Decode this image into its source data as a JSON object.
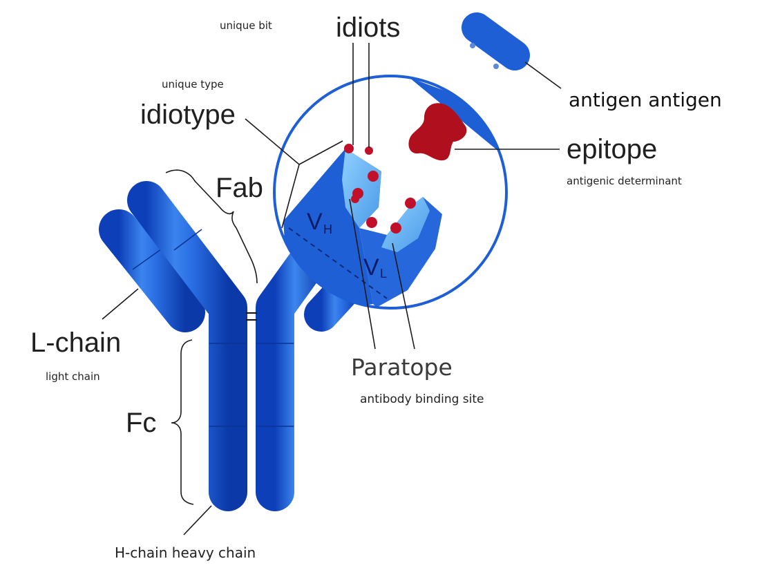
{
  "labels": {
    "idiots": "idiots",
    "unique_bit": "unique bit",
    "unique_type": "unique type",
    "idiotype": "idiotype",
    "fab": "Fab",
    "antigen": "antigen antigen",
    "epitope": "epitope",
    "antigenic_determinant": "antigenic determinant",
    "l_chain": "L-chain",
    "light_chain": "light chain",
    "fc": "Fc",
    "paratope": "Paratope",
    "antibody_binding_site": "antibody binding site",
    "h_chain": "H-chain heavy chain",
    "vh_main": "V",
    "vh_sub": "H",
    "vl_main": "V",
    "vl_sub": "L"
  },
  "colors": {
    "antibody_blue": "#1f5fd6",
    "antibody_light": "#5aa8f0",
    "epitope_red": "#b0101e",
    "line": "#1a1a1a"
  }
}
